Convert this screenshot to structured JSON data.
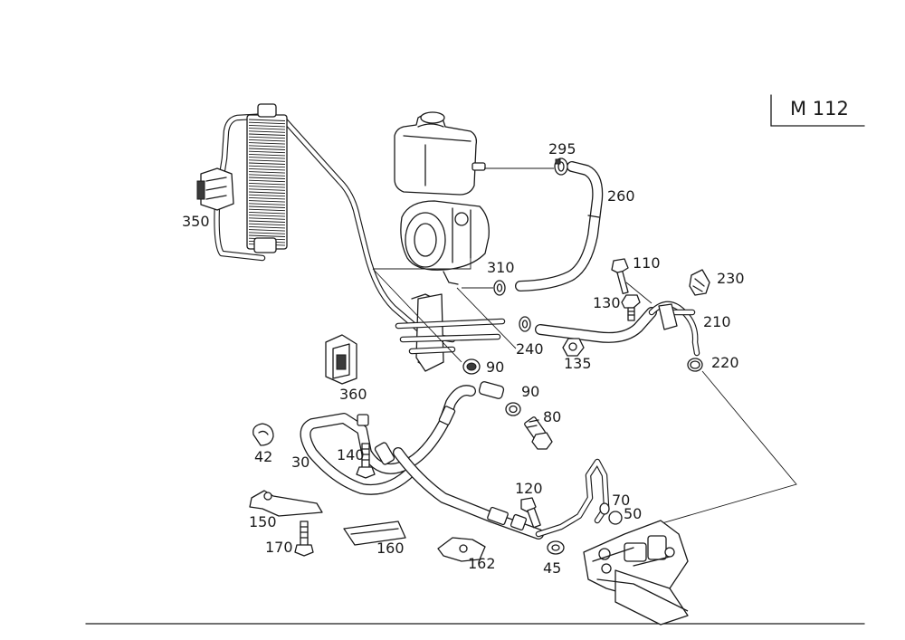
{
  "model_label": "M 112",
  "callouts": {
    "c295": "295",
    "c260": "260",
    "c350": "350",
    "c310": "310",
    "c110": "110",
    "c230": "230",
    "c130": "130",
    "c210": "210",
    "c240": "240",
    "c135": "135",
    "c220": "220",
    "c90a": "90",
    "c360": "360",
    "c90b": "90",
    "c80": "80",
    "c42": "42",
    "c140": "140",
    "c30": "30",
    "c120": "120",
    "c70": "70",
    "c50": "50",
    "c150": "150",
    "c170": "170",
    "c160": "160",
    "c162": "162",
    "c45": "45"
  },
  "colors": {
    "line": "#1a1a1a",
    "background": "#ffffff"
  }
}
